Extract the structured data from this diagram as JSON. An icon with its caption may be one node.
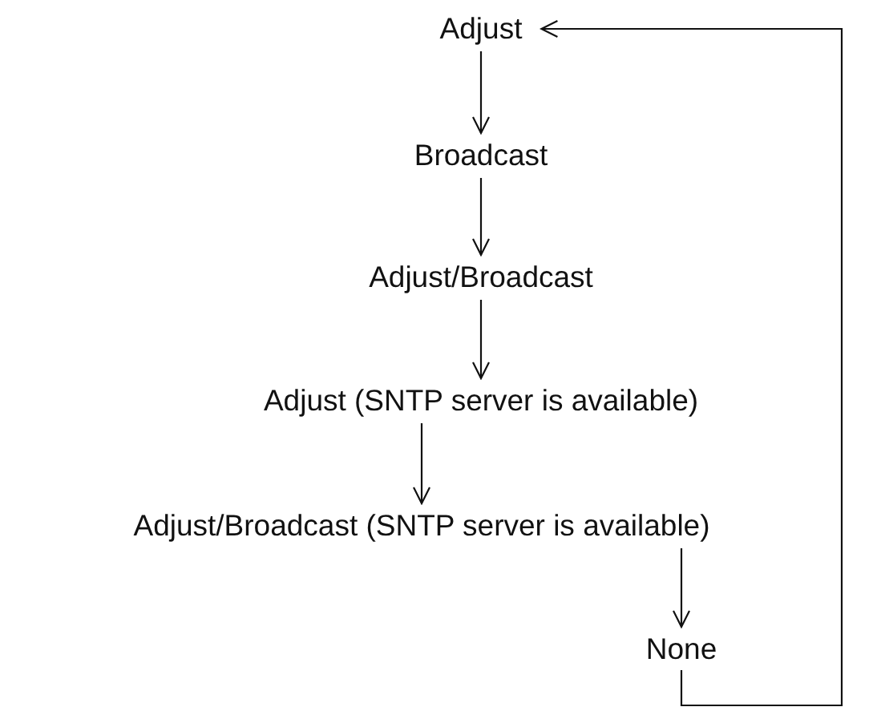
{
  "diagram": {
    "nodes": [
      {
        "text": [
          "Adjust"
        ]
      },
      {
        "text": [
          "Broadcast"
        ]
      },
      {
        "text": [
          "Adjust/Broadcast"
        ]
      },
      {
        "text": [
          "Adjust (SNTP server is available)"
        ]
      },
      {
        "text": [
          "Adjust/Broadcast (SNTP server is available)"
        ]
      },
      {
        "text": [
          "None"
        ]
      }
    ],
    "edges": [
      {
        "from": 0,
        "to": 1,
        "arrow": "to"
      },
      {
        "from": 1,
        "to": 2,
        "arrow": "to"
      },
      {
        "from": 2,
        "to": 3,
        "arrow": "to"
      },
      {
        "from": 3,
        "to": 4,
        "arrow": "to"
      },
      {
        "from": 4,
        "to": 5,
        "arrow": "to"
      },
      {
        "from": 5,
        "to": 0,
        "arrow": "to"
      }
    ]
  }
}
